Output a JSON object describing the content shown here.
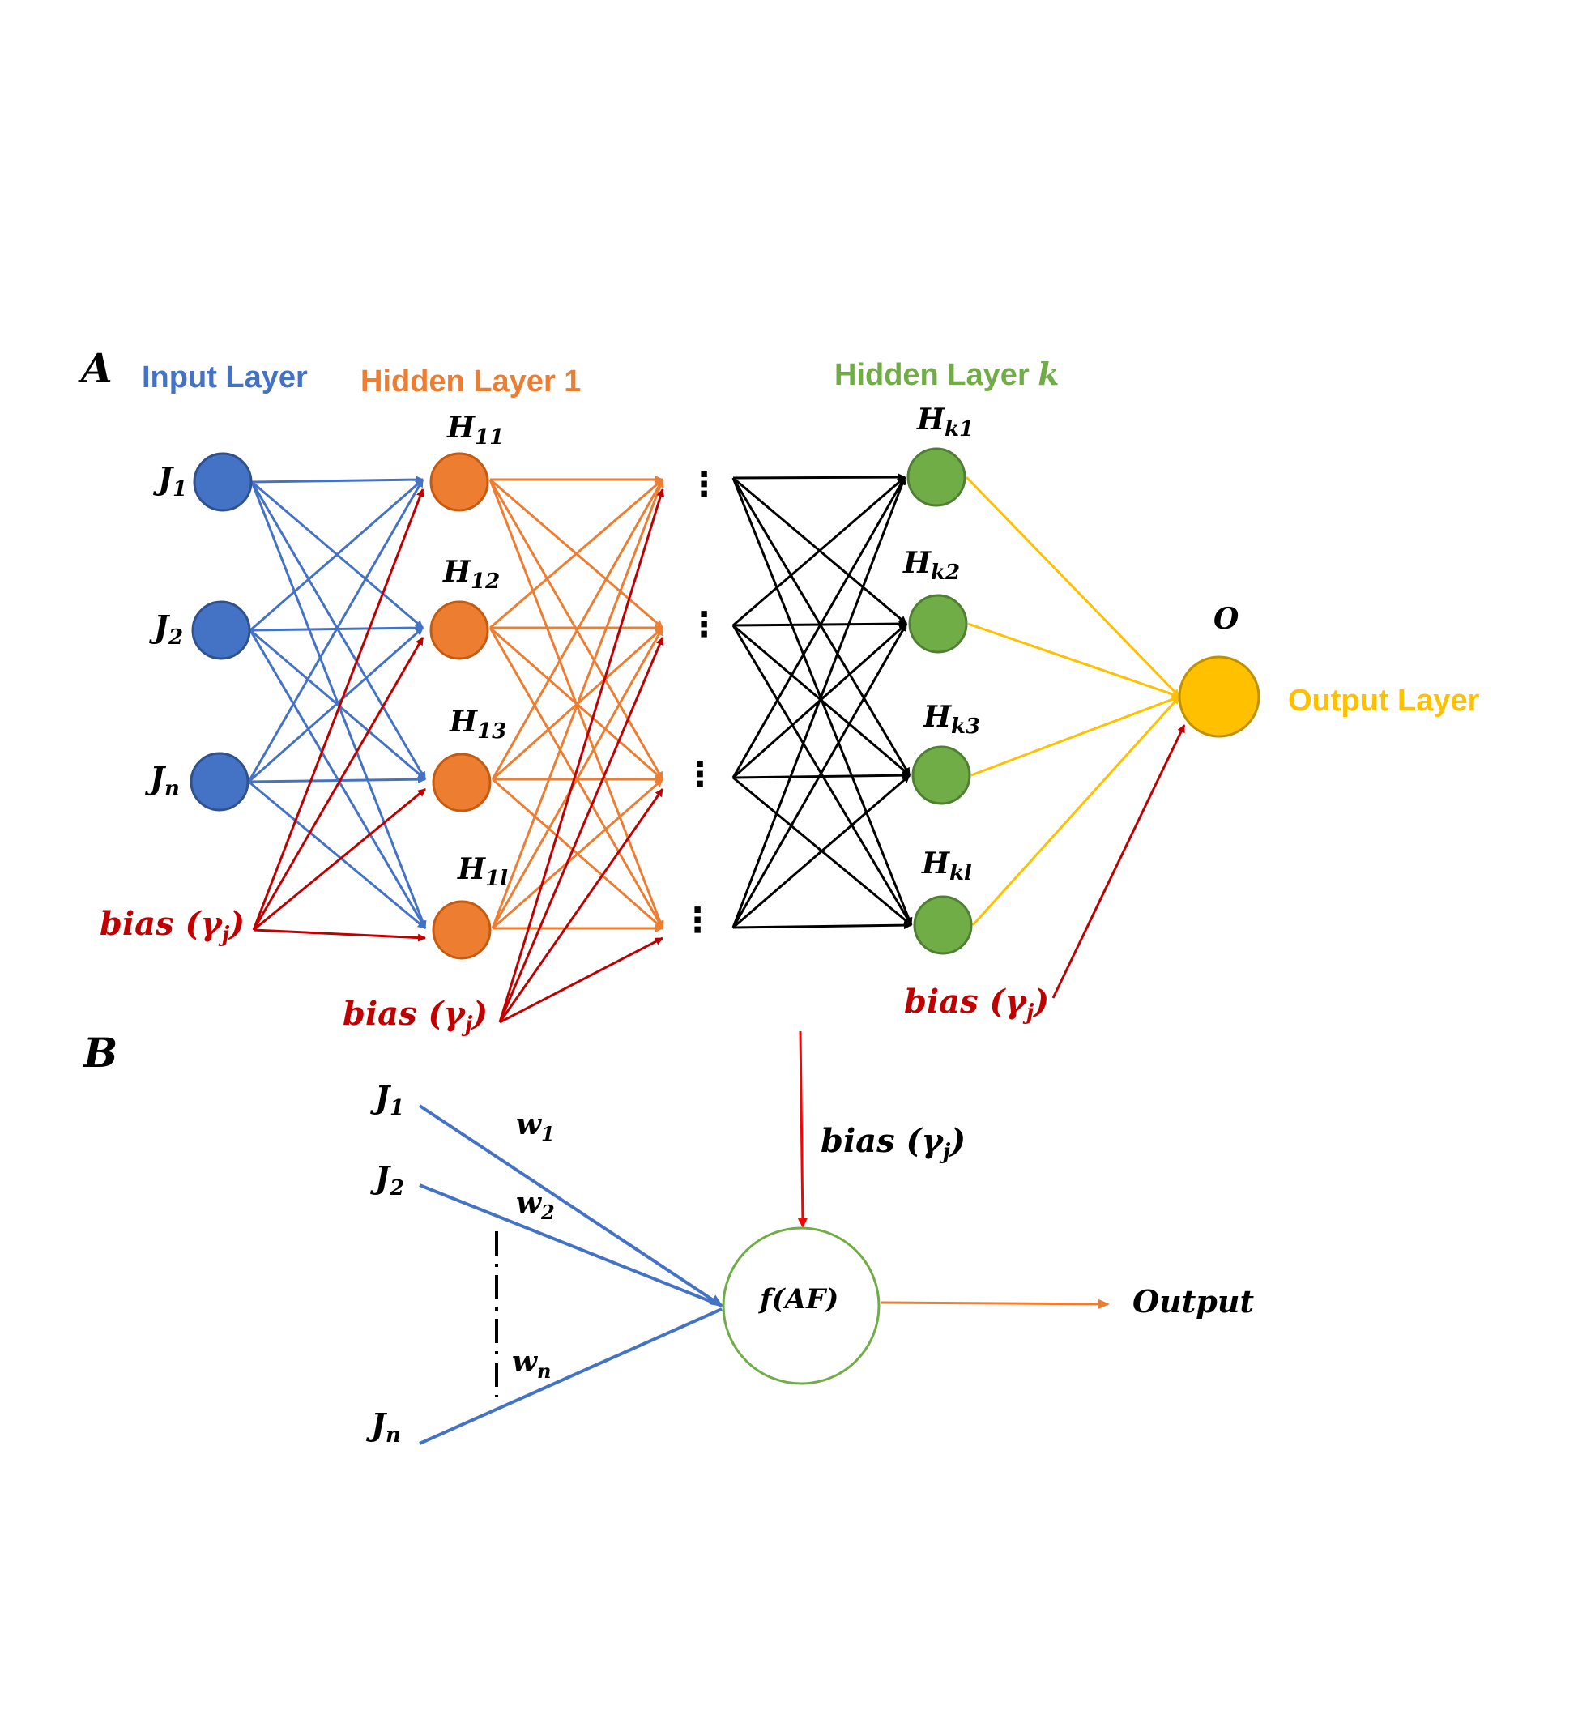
{
  "colors": {
    "input": "#4472C4",
    "hidden1": "#ED7D31",
    "hiddenk": "#70AD47",
    "output": "#FFC000",
    "bias": "#C00000",
    "black": "#000000",
    "bias_b": "#FF0000"
  },
  "panel_a": {
    "label": "A",
    "headers": {
      "input": "Input Layer",
      "hidden1": "Hidden Layer 1",
      "hiddenk_text": "Hidden Layer ",
      "hiddenk_var": "k",
      "output": "Output Layer"
    },
    "input_nodes": [
      {
        "base": "J",
        "sub": "1"
      },
      {
        "base": "J",
        "sub": "2"
      },
      {
        "base": "J",
        "sub": "n"
      }
    ],
    "hidden1_nodes": [
      {
        "base": "H",
        "sub": "11"
      },
      {
        "base": "H",
        "sub": "12"
      },
      {
        "base": "H",
        "sub": "13"
      },
      {
        "base": "H",
        "sub": "1l"
      }
    ],
    "hiddenk_nodes": [
      {
        "base": "H",
        "sub": "k1"
      },
      {
        "base": "H",
        "sub": "k2"
      },
      {
        "base": "H",
        "sub": "k3"
      },
      {
        "base": "H",
        "sub": "kl"
      }
    ],
    "output_node": {
      "label": "O"
    },
    "bias_labels": [
      {
        "text": "bias (",
        "gamma": "γ",
        "sub": "j",
        "close": ")"
      },
      {
        "text": "bias (",
        "gamma": "γ",
        "sub": "j",
        "close": ")"
      },
      {
        "text": "bias (",
        "gamma": "γ",
        "sub": "j",
        "close": ")"
      }
    ],
    "ellipsis": "⋮"
  },
  "panel_b": {
    "label": "B",
    "inputs": [
      {
        "base": "J",
        "sub": "1"
      },
      {
        "base": "J",
        "sub": "2"
      },
      {
        "base": "J",
        "sub": "n"
      }
    ],
    "weights": [
      {
        "base": "w",
        "sub": "1"
      },
      {
        "base": "w",
        "sub": "2"
      },
      {
        "base": "w",
        "sub": "n"
      }
    ],
    "bias": {
      "text": "bias (",
      "gamma": "γ",
      "sub": "j",
      "close": ")"
    },
    "neuron": {
      "text": "f(AF)"
    },
    "output": "Output"
  }
}
